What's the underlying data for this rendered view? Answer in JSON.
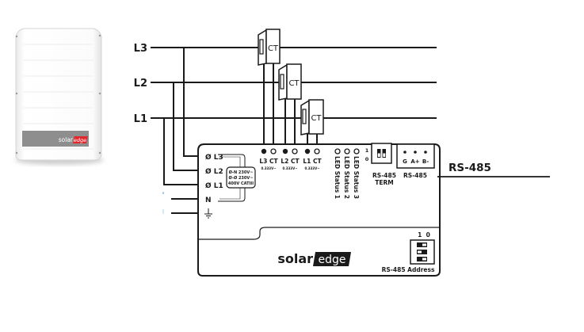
{
  "inverter": {
    "brand_left": "solar",
    "brand_right": "edge",
    "accent_color": "#e3262b"
  },
  "lines": [
    {
      "label": "L3"
    },
    {
      "label": "L2"
    },
    {
      "label": "L1"
    }
  ],
  "ct_label": "CT",
  "meter": {
    "terminals": [
      {
        "label": "Ø L3"
      },
      {
        "label": "Ø L2"
      },
      {
        "label": "Ø L1"
      },
      {
        "label": "N"
      }
    ],
    "ground_symbol": "ground-icon",
    "voltage_rating": [
      "Ø-N 230V~",
      "Ø-Ø 230V~",
      "400V CATIII"
    ],
    "ct_inputs": [
      {
        "label": "L3 CT",
        "rating": "0.333V~"
      },
      {
        "label": "L2 CT",
        "rating": "0.333V~"
      },
      {
        "label": "L1 CT",
        "rating": "0.333V~"
      }
    ],
    "leds": [
      {
        "label": "LED Status 1"
      },
      {
        "label": "LED Status 2"
      },
      {
        "label": "LED Status 3"
      }
    ],
    "term_switch": {
      "pos_top": "1",
      "pos_bottom": "0",
      "label_1": "RS-485",
      "label_2": "TERM"
    },
    "rs485_block": {
      "pins": [
        "G",
        "A+",
        "B-"
      ],
      "label": "RS-485"
    },
    "address_switch": {
      "header": "1  0",
      "label": "RS-485 Address"
    },
    "brand_left": "solar",
    "brand_right": "edge"
  },
  "rs485_output_label": "RS-485"
}
